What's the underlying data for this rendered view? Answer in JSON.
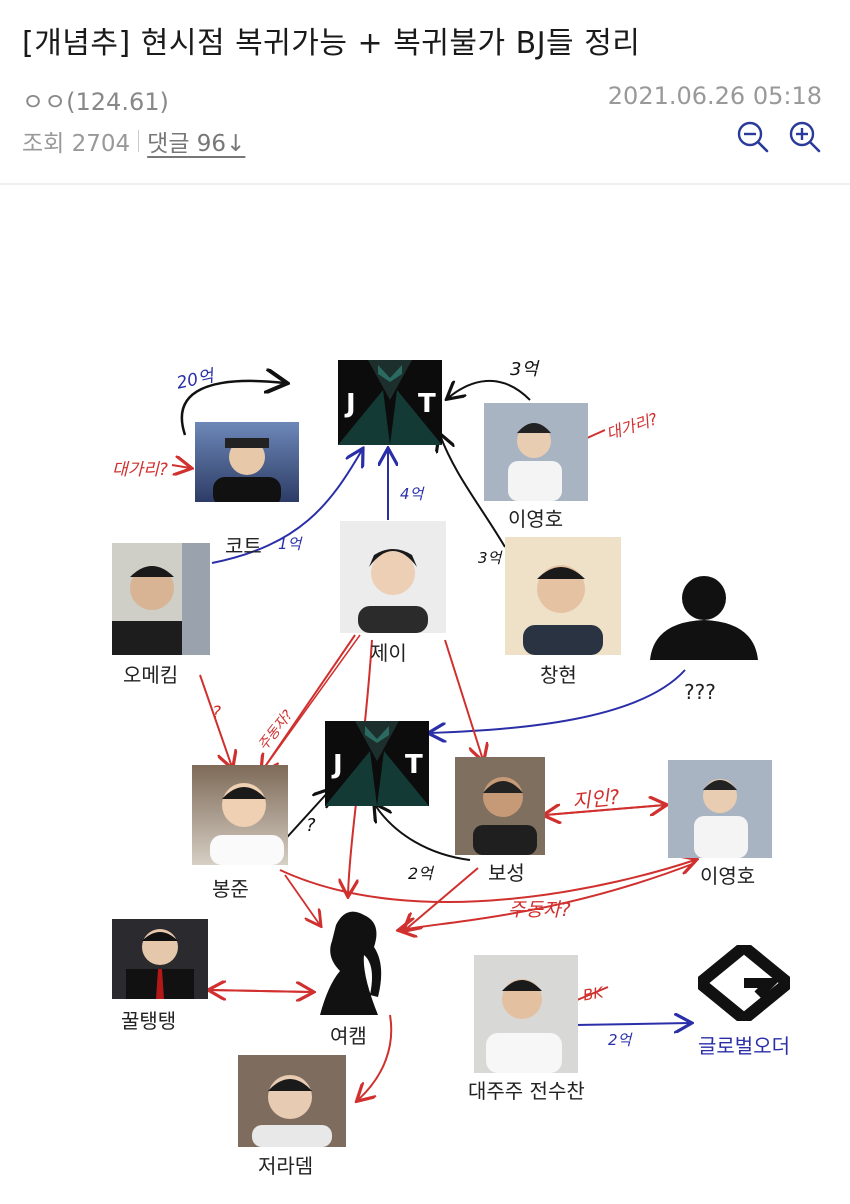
{
  "post": {
    "title": "[개념추] 현시점 복귀가능 + 복귀불가 BJ들 정리",
    "author": "ㅇㅇ(124.61)",
    "date": "2021.06.26 05:18",
    "views_label": "조회 2704",
    "comments_label": "댓글 96↓"
  },
  "diagram": {
    "labels": {
      "kote": "코트",
      "lee1": "이영호",
      "omegim": "오메킴",
      "jay": "제이",
      "changhyun": "창현",
      "unknown": "???",
      "bongjun": "봉준",
      "boseong": "보성",
      "lee2": "이영호",
      "kkul": "꿀탱탱",
      "yeocam": "여캠",
      "jeon": "대주주 전수찬",
      "global": "글로벌오더",
      "jerade": "저라뎀"
    },
    "annotations": {
      "a20": "20억",
      "a3top": "3억",
      "daegari1": "대가리?",
      "daegari2": "대가리?",
      "a4": "4억",
      "a1": "1억",
      "a3": "3억",
      "q1": "?",
      "jujak": "주동자?",
      "q2": "?",
      "jiin": "지인?",
      "a2": "2억",
      "judongja": "주동자?",
      "bk": "BK",
      "a2b": "2억"
    },
    "logo_text": "JT",
    "colors": {
      "red": "#d0302e",
      "blue": "#2a2fa8",
      "black": "#111111"
    }
  }
}
